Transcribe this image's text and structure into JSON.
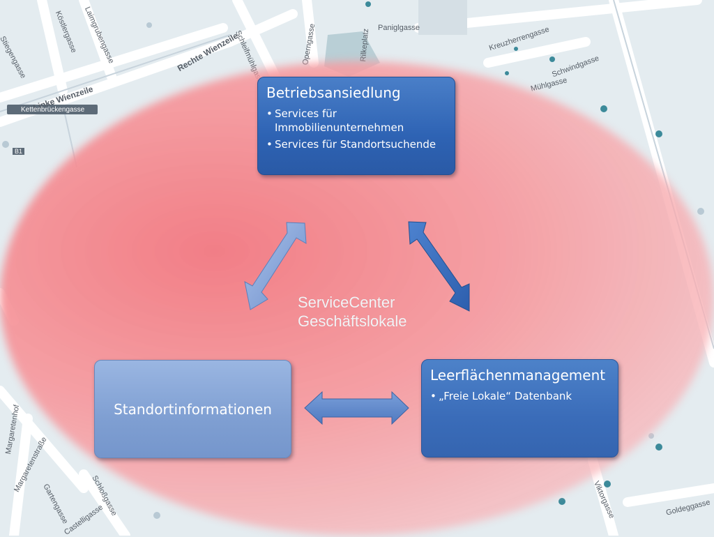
{
  "map_labels": [
    {
      "text": "Stiegengasse"
    },
    {
      "text": "Köstlergasse"
    },
    {
      "text": "Laimgrubengasse"
    },
    {
      "text": "Rechte Wienzeile"
    },
    {
      "text": "Linke Wienzeile"
    },
    {
      "text": "Kettenbrückengasse"
    },
    {
      "text": "Schleifmühlgasse"
    },
    {
      "text": "Operngasse"
    },
    {
      "text": "Rilkeplatz"
    },
    {
      "text": "Paniglgasse"
    },
    {
      "text": "Kreuzherrengasse"
    },
    {
      "text": "Mühlgasse"
    },
    {
      "text": "Schwindgasse"
    },
    {
      "text": "Margaretenhof"
    },
    {
      "text": "Margaretenstraße"
    },
    {
      "text": "Gartengasse"
    },
    {
      "text": "Schloßgasse"
    },
    {
      "text": "Castelligasse"
    },
    {
      "text": "Viktorgasse"
    },
    {
      "text": "Goldeggasse"
    },
    {
      "text": "B1"
    }
  ],
  "diagram": {
    "top_box": {
      "title": "Betriebsansiedlung",
      "bullets": [
        "Services für Immobilienunternehmen",
        "Services für Standortsuchende"
      ]
    },
    "right_box": {
      "title": "Leerflächenmanagement",
      "bullets": [
        "„Freie Lokale“ Datenbank"
      ]
    },
    "left_box": {
      "title": "Standortinformationen"
    },
    "center_label": {
      "line1": "ServiceCenter",
      "line2": "Geschäftslokale"
    }
  },
  "colors": {
    "ellipse": "#f2787f",
    "dark_box": "#2e63b4",
    "light_box": "#7f9fd2",
    "map_background": "#e4ecf0"
  }
}
